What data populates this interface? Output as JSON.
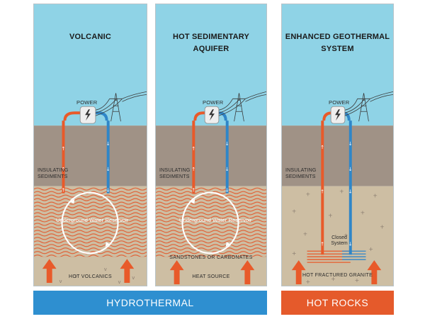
{
  "panels": [
    {
      "title": "VOLCANIC",
      "power": "POWER",
      "insulating": "INSULATING SEDIMENTS",
      "reservoir": "Underground Water Reservoir",
      "source": "HOT VOLCANICS"
    },
    {
      "title": "HOT SEDIMENTARY AQUIFER",
      "power": "POWER",
      "insulating": "INSULATING SEDIMENTS",
      "reservoir": "Underground Water Reservoir",
      "layer": "SANDSTONES OR CARBONATES",
      "source": "HEAT SOURCE"
    },
    {
      "title_line1": "ENHANCED GEOTHERMAL",
      "title_line2": "SYSTEM",
      "power": "POWER",
      "insulating": "INSULATING SEDIMENTS",
      "closed_line1": "Closed",
      "closed_line2": "System",
      "source": "HOT FRACTURED GRANITE"
    }
  ],
  "categories": {
    "hydrothermal": "HYDROTHERMAL",
    "hot_rocks": "HOT ROCKS"
  },
  "colors": {
    "sky": "#8fd3e6",
    "sediment": "#a09286",
    "rock": "#cdbea3",
    "hot": "#e85a2a",
    "cold": "#2f86c8",
    "hydro_bar": "#2e8fd0",
    "hotrocks_bar": "#e55a2b"
  }
}
